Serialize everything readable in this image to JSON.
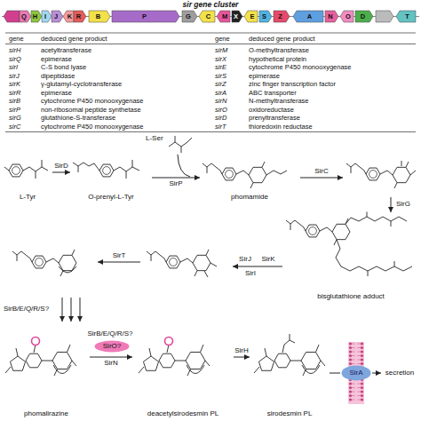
{
  "diagram": {
    "title": "sir gene cluster",
    "nodes": [
      {
        "text": [
          "L-Tyr"
        ]
      },
      {
        "text": [
          "O-prenyl-L-Tyr"
        ]
      },
      {
        "text": [
          "phomamide"
        ]
      },
      {
        "text": [
          "bisglutathione adduct"
        ]
      },
      {
        "text": [
          "phomalirazine"
        ]
      },
      {
        "text": [
          "SirO?"
        ]
      },
      {
        "text": [
          "deacetylsirodesmin PL"
        ]
      },
      {
        "text": [
          "sirodesmin PL"
        ]
      },
      {
        "text": [
          "SirA"
        ]
      },
      {
        "text": [
          "secretion"
        ]
      }
    ],
    "edges": [
      {
        "from": 0,
        "to": 1,
        "arrow": "to",
        "label": "SirD"
      },
      {
        "from": 1,
        "to": 2,
        "arrow": "to",
        "label": "SirP"
      },
      {
        "from": 4,
        "to": 6,
        "arrow": "to",
        "label": "SirN"
      },
      {
        "from": 6,
        "to": 7,
        "arrow": "to",
        "label": "SirH"
      },
      {
        "from": 7,
        "to": 8,
        "arrow": "none"
      },
      {
        "from": 8,
        "to": 9,
        "arrow": "to"
      }
    ],
    "labels": [
      "Q",
      "H",
      "I",
      "J",
      "K",
      "R",
      "B",
      "P",
      "G",
      "C",
      "M",
      "X",
      "E",
      "S",
      "Z",
      "A",
      "N",
      "O",
      "D",
      "T",
      "gene",
      "deduced gene product",
      "gene",
      "deduced gene product",
      "sirH",
      "acetyltransferase",
      "sirM",
      "O-methyltransferase",
      "sirQ",
      "epimerase",
      "sirX",
      "hypothetical protein",
      "sirI",
      "C-S bond lyase",
      "sirE",
      "cytochrome P450 monooxygenase",
      "sirJ",
      "dipeptidase",
      "sirS",
      "epimerase",
      "sirK",
      "γ-glutamyl-cyclotransferase",
      "sirZ",
      "zinc finger transcription factor",
      "sirR",
      "epimerase",
      "sirA",
      "ABC transporter",
      "sirB",
      "cytochrome P450 monooxygenase",
      "sirN",
      "N-methyltransferase",
      "sirP",
      "non-ribosomal peptide synthetase",
      "sirO",
      "oxidoreductase",
      "sirG",
      "glutathione-S-transferase",
      "sirD",
      "prenyltransferase",
      "sirC",
      "cytochrome P450 monooxygenase",
      "sirT",
      "thioredoxin reductase",
      "L-Ser",
      "SirC",
      "SirG",
      "SirK",
      "SirJ",
      "SirI",
      "SirT",
      "SirB/E/Q/R/S?",
      "SirB/E/Q/R/S?"
    ]
  }
}
